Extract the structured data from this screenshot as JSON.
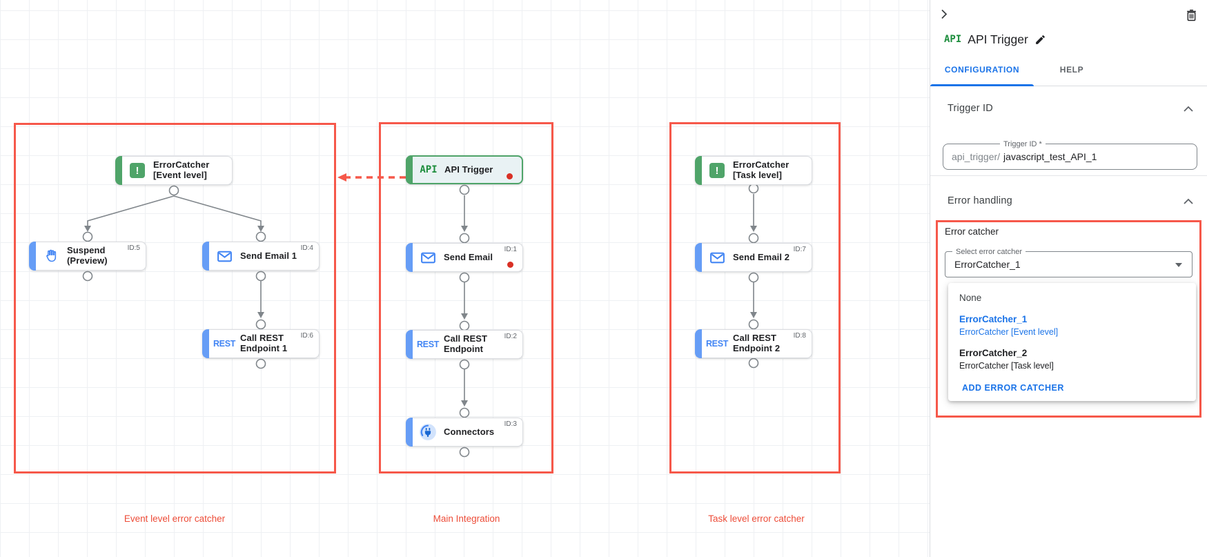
{
  "panel": {
    "logo": "API",
    "title": "API Trigger",
    "tabs": [
      {
        "label": "CONFIGURATION",
        "active": true
      },
      {
        "label": "HELP",
        "active": false
      }
    ],
    "sections": {
      "trigger_id": {
        "heading": "Trigger ID",
        "field_label": "Trigger ID *",
        "prefix": "api_trigger/",
        "value": "javascript_test_API_1"
      },
      "error_handling": {
        "heading": "Error handling",
        "group_label": "Error catcher",
        "select_label": "Select error catcher",
        "select_value": "ErrorCatcher_1",
        "menu": {
          "none_label": "None",
          "options": [
            {
              "name": "ErrorCatcher_1",
              "desc": "ErrorCatcher [Event level]",
              "selected": true
            },
            {
              "name": "ErrorCatcher_2",
              "desc": "ErrorCatcher [Task level]",
              "selected": false
            }
          ],
          "add_label": "ADD ERROR CATCHER"
        }
      }
    }
  },
  "canvas": {
    "groups": [
      {
        "id": "event",
        "label": "Event level error catcher"
      },
      {
        "id": "main",
        "label": "Main Integration"
      },
      {
        "id": "task",
        "label": "Task level error catcher"
      }
    ],
    "nodes": [
      {
        "id": "error-catcher-event",
        "icon": "error-icon",
        "lines": [
          "ErrorCatcher",
          "[Event level]"
        ],
        "badge": "",
        "dot": false
      },
      {
        "id": "suspend",
        "icon": "hand-icon",
        "lines": [
          "Suspend",
          "(Preview)"
        ],
        "badge": "ID:5",
        "dot": false
      },
      {
        "id": "send-email-1",
        "icon": "email-icon",
        "lines": [
          "Send Email 1"
        ],
        "badge": "ID:4",
        "dot": false
      },
      {
        "id": "call-rest-1",
        "icon": "rest-icon",
        "lines": [
          "Call REST",
          "Endpoint 1"
        ],
        "badge": "ID:6",
        "dot": false
      },
      {
        "id": "api-trigger",
        "icon": "api-icon",
        "lines": [
          "API Trigger"
        ],
        "badge": "",
        "dot": true
      },
      {
        "id": "send-email",
        "icon": "email-icon",
        "lines": [
          "Send Email"
        ],
        "badge": "ID:1",
        "dot": true
      },
      {
        "id": "call-rest",
        "icon": "rest-icon",
        "lines": [
          "Call REST",
          "Endpoint"
        ],
        "badge": "ID:2",
        "dot": false
      },
      {
        "id": "connectors",
        "icon": "connector-icon",
        "lines": [
          "Connectors"
        ],
        "badge": "ID:3",
        "dot": false
      },
      {
        "id": "error-catcher-task",
        "icon": "error-icon",
        "lines": [
          "ErrorCatcher",
          "[Task level]"
        ],
        "badge": "",
        "dot": false
      },
      {
        "id": "send-email-2",
        "icon": "email-icon",
        "lines": [
          "Send Email 2"
        ],
        "badge": "ID:7",
        "dot": false
      },
      {
        "id": "call-rest-2",
        "icon": "rest-icon",
        "lines": [
          "Call REST",
          "Endpoint 2"
        ],
        "badge": "ID:8",
        "dot": false
      }
    ]
  },
  "icons": {
    "error_glyph": "!",
    "api_logo": "API",
    "rest_logo": "REST"
  },
  "colors": {
    "annotation_red": "#f6584a",
    "status_dot_red": "#d93025",
    "accent_blue": "#1a73e8",
    "task_bar_blue": "#669df6",
    "trigger_green": "#4fa469"
  }
}
